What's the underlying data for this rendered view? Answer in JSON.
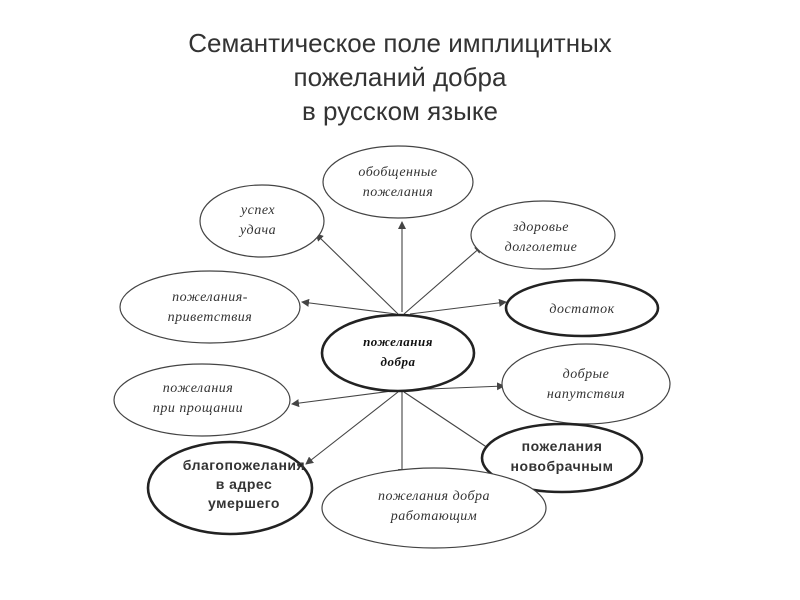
{
  "title": {
    "line1": "Семантическое поле имплицитных",
    "line2": "пожеланий добра",
    "line3": "в русском языке"
  },
  "center": {
    "line1": "пожелания",
    "line2": "добра"
  },
  "nodes": {
    "generalized": {
      "line1": "обобщенные",
      "line2": "пожелания"
    },
    "success": {
      "line1": "успех",
      "line2": "удача"
    },
    "health": {
      "line1": "здоровье",
      "line2": "долголетие"
    },
    "greetings": {
      "line1": "пожелания-",
      "line2": "приветствия"
    },
    "prosperity": {
      "line1": "достаток"
    },
    "farewell": {
      "line1": "пожелания",
      "line2": "при прощании"
    },
    "parting": {
      "line1": "добрые",
      "line2": "напутствия"
    },
    "deceased": {
      "line1": "благопожелания",
      "line2": "в адрес",
      "line3": "умершего"
    },
    "newlyweds": {
      "line1": "пожелания",
      "line2": "новобрачным"
    },
    "workers": {
      "line1": "пожелания добра",
      "line2": "работающим"
    }
  }
}
